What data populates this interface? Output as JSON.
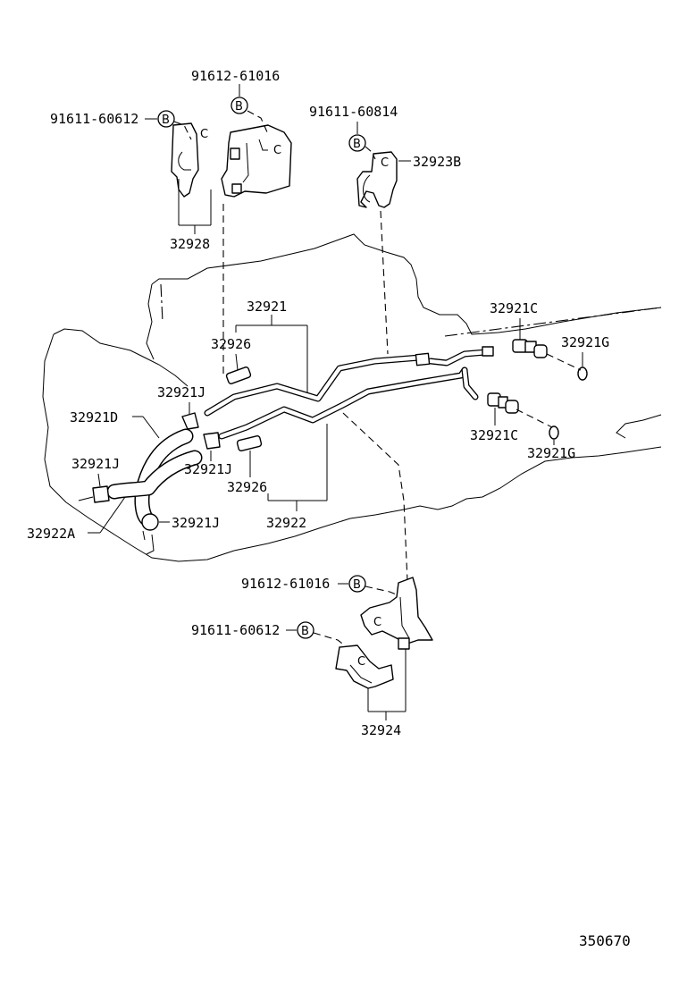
{
  "labels": {
    "p91612_top": "91612-61016",
    "p91611_top_left": "91611-60612",
    "p91611_top_right": "91611-60814",
    "p32923B": "32923B",
    "p32928": "32928",
    "p32921": "32921",
    "p32926_top": "32926",
    "p32921C_top": "32921C",
    "p32921G_top": "32921G",
    "p32921J_a": "32921J",
    "p32921D": "32921D",
    "p32921J_b": "32921J",
    "p32921J_c": "32921J",
    "p32926_bottom": "32926",
    "p32921C_bottom": "32921C",
    "p32921G_bottom": "32921G",
    "p32922": "32922",
    "p32922A": "32922A",
    "p32921J_d": "32921J",
    "p91612_bottom": "91612-61016",
    "p91611_bottom": "91611-60612",
    "p32924": "32924",
    "diagram_id": "350670"
  },
  "markers": {
    "bolt_marker": "B",
    "bracket_mark": "C"
  }
}
